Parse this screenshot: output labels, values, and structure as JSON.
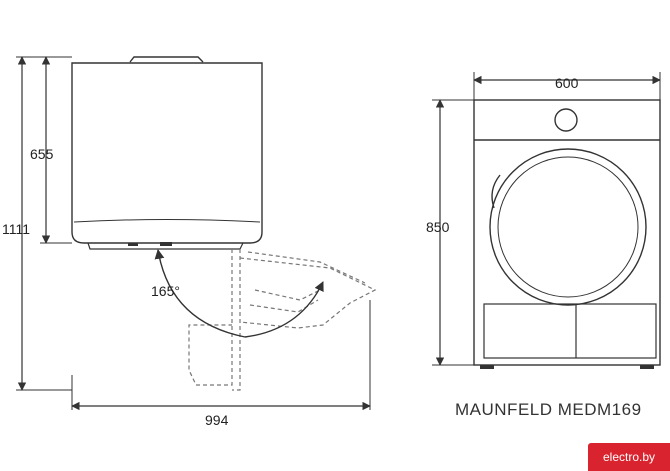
{
  "dimensions": {
    "total_height": "1111",
    "top_height": "655",
    "door_angle": "165°",
    "depth_with_door_open": "994",
    "width": "600",
    "front_height": "850"
  },
  "caption": "MAUNFELD MEDM169",
  "watermark": "electro.by"
}
